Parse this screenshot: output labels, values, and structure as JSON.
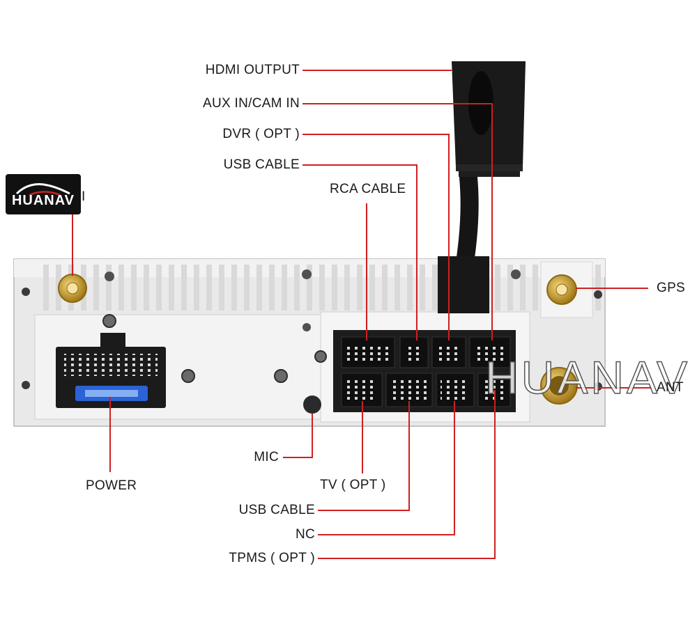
{
  "brand": {
    "logo_text": "HUANAV",
    "logo_tail": "I",
    "watermark": "HUANAV"
  },
  "labels": {
    "hdmi_output": "HDMI OUTPUT",
    "aux_in": "AUX  IN/CAM  IN",
    "dvr": "DVR ( OPT )",
    "usb_cable_top": "USB  CABLE",
    "rca_cable": "RCA CABLE",
    "gps": "GPS",
    "ant": "ANT",
    "mic": "MIC",
    "power": "POWER",
    "tv": "TV ( OPT )",
    "usb_cable_bottom": "USB  CABLE",
    "nc": "NC",
    "tpms": "TPMS ( OPT )"
  },
  "colors": {
    "leader": "#d01f1f",
    "panel": "#ebebeb",
    "connector": "#1b1b1b",
    "fuse": "#2a63d6",
    "gold": "#c9a233"
  }
}
